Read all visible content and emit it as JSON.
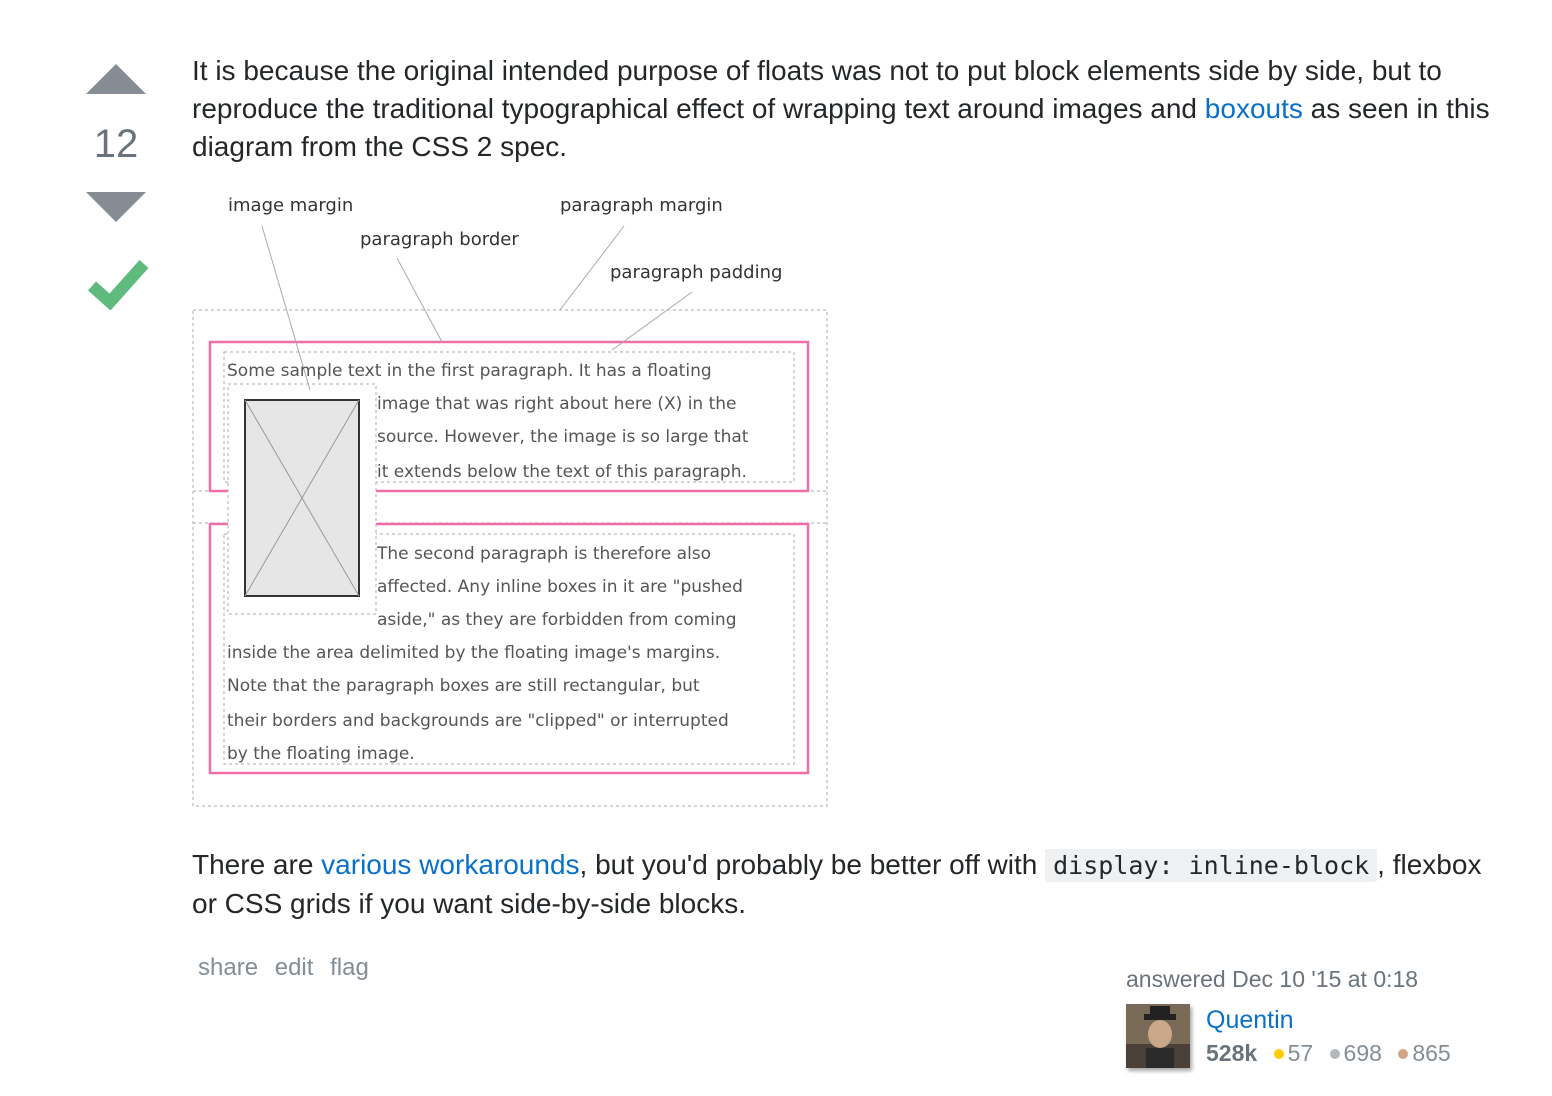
{
  "colors": {
    "link": "#0a70c9",
    "vote_arrow": "#858c93",
    "accepted": "#5eba7d",
    "gold": "#ffcc01",
    "silver": "#b4b8bc",
    "bronze": "#d1a684",
    "figure_pink": "#f06ea8"
  },
  "vote": {
    "count": "12",
    "up_icon": "vote-up-arrow",
    "down_icon": "vote-down-arrow",
    "accepted_icon": "checkmark"
  },
  "post": {
    "p1_part1": "It is because the original intended purpose of floats was not to put block elements side by side, but to reproduce the traditional typographical effect of wrapping text around images and ",
    "p1_link": "boxouts",
    "p1_part2": " as seen in this diagram from the CSS 2 spec.",
    "p2_part1": "There are ",
    "p2_link": "various workarounds",
    "p2_part2": ", but you'd probably be better off with ",
    "p2_code": "display: inline-block",
    "p2_part3": ", flexbox or CSS grids if you want side-by-side blocks."
  },
  "figure": {
    "label_image_margin": "image margin",
    "label_paragraph_margin": "paragraph margin",
    "label_paragraph_border": "paragraph border",
    "label_paragraph_padding": "paragraph padding",
    "para1_lines": [
      "Some sample text in the first paragraph. It has a floating",
      "image that was right about here (X) in the",
      "source. However, the image is so large that",
      "it extends below the text of this paragraph."
    ],
    "para2_lines": [
      "The second paragraph is therefore also",
      "affected. Any inline boxes in it are \"pushed",
      "aside,\" as they are forbidden from coming",
      "inside the area delimited by the floating image's margins.",
      "Note that the paragraph boxes are still rectangular, but",
      "their borders and backgrounds are \"clipped\" or interrupted",
      "by the floating image."
    ]
  },
  "menu": {
    "share": "share",
    "edit": "edit",
    "flag": "flag"
  },
  "user": {
    "action_time": "answered Dec 10 '15 at 0:18",
    "name": "Quentin",
    "reputation": "528k",
    "gold": "57",
    "silver": "698",
    "bronze": "865"
  }
}
